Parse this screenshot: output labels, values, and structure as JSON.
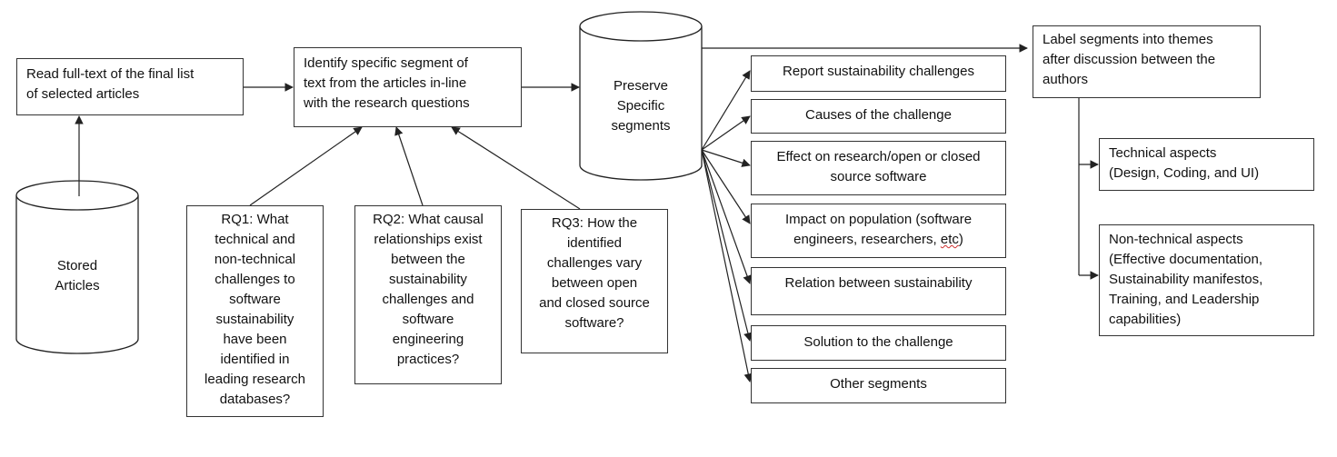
{
  "read_fulltext": [
    "Read full-text of the final list",
    "of selected articles"
  ],
  "identify_segment": [
    "Identify specific segment of",
    "text from the articles in-line",
    "with the research questions"
  ],
  "preserve_db": [
    "Preserve",
    "Specific",
    "segments"
  ],
  "stored_db": [
    "Stored",
    "Articles"
  ],
  "label_themes": [
    "Label segments into themes",
    "after discussion between the",
    "authors"
  ],
  "rq1": [
    "RQ1: What",
    "technical and",
    "non-technical",
    "challenges to",
    "software",
    "sustainability",
    "have been",
    "identified in",
    "leading research",
    "databases?"
  ],
  "rq2": [
    "RQ2: What causal",
    "relationships exist",
    "between the",
    "sustainability",
    "challenges and",
    "software",
    "engineering",
    "practices?"
  ],
  "rq3": [
    "RQ3: How the",
    "identified",
    "challenges vary",
    "between open",
    "and closed source",
    "software?"
  ],
  "segments": {
    "report": "Report sustainability challenges",
    "causes": "Causes of the challenge",
    "effect": [
      "Effect on research/open or closed",
      "source software"
    ],
    "impact_line1_before": "Impact on population (software",
    "impact_line2_before": "engineers, researchers, ",
    "impact_line2_misspelled": "etc",
    "impact_line2_after": ")",
    "relation": "Relation between sustainability",
    "solution": "Solution to the challenge",
    "other": "Other segments"
  },
  "themes": {
    "technical": [
      "Technical aspects",
      "(Design, Coding, and UI)"
    ],
    "nontechnical": [
      "Non-technical aspects",
      "(Effective documentation,",
      "Sustainability manifestos,",
      "Training, and Leadership",
      "capabilities)"
    ]
  }
}
